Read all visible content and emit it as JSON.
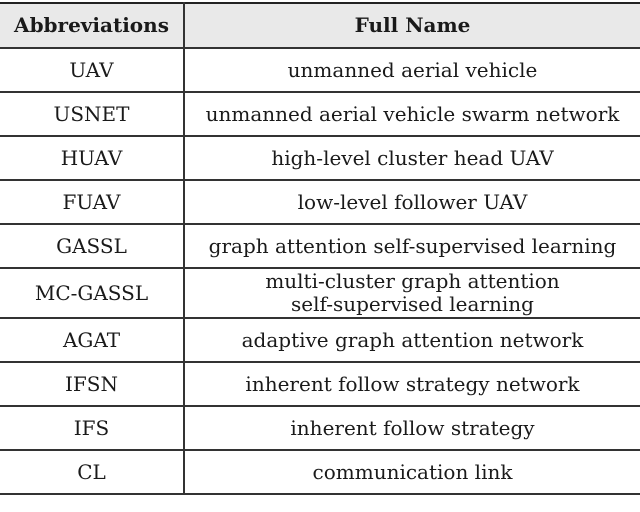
{
  "table": {
    "headers": [
      "Abbreviations",
      "Full Name"
    ],
    "rows": [
      {
        "abbr": "UAV",
        "full": "unmanned aerial vehicle"
      },
      {
        "abbr": "USNET",
        "full": "unmanned aerial vehicle swarm network"
      },
      {
        "abbr": "HUAV",
        "full": "high-level cluster head UAV"
      },
      {
        "abbr": "FUAV",
        "full": "low-level follower UAV"
      },
      {
        "abbr": "GASSL",
        "full": "graph attention self-supervised learning"
      },
      {
        "abbr": "MC-GASSL",
        "full_line1": "multi-cluster graph attention",
        "full_line2": "self-supervised learning"
      },
      {
        "abbr": "AGAT",
        "full": "adaptive graph attention network"
      },
      {
        "abbr": "IFSN",
        "full": "inherent follow strategy network"
      },
      {
        "abbr": "IFS",
        "full": "inherent follow strategy"
      },
      {
        "abbr": "CL",
        "full": "communication link"
      }
    ]
  },
  "colors": {
    "header_bg": "#e9e9e9",
    "border": "#333333"
  }
}
